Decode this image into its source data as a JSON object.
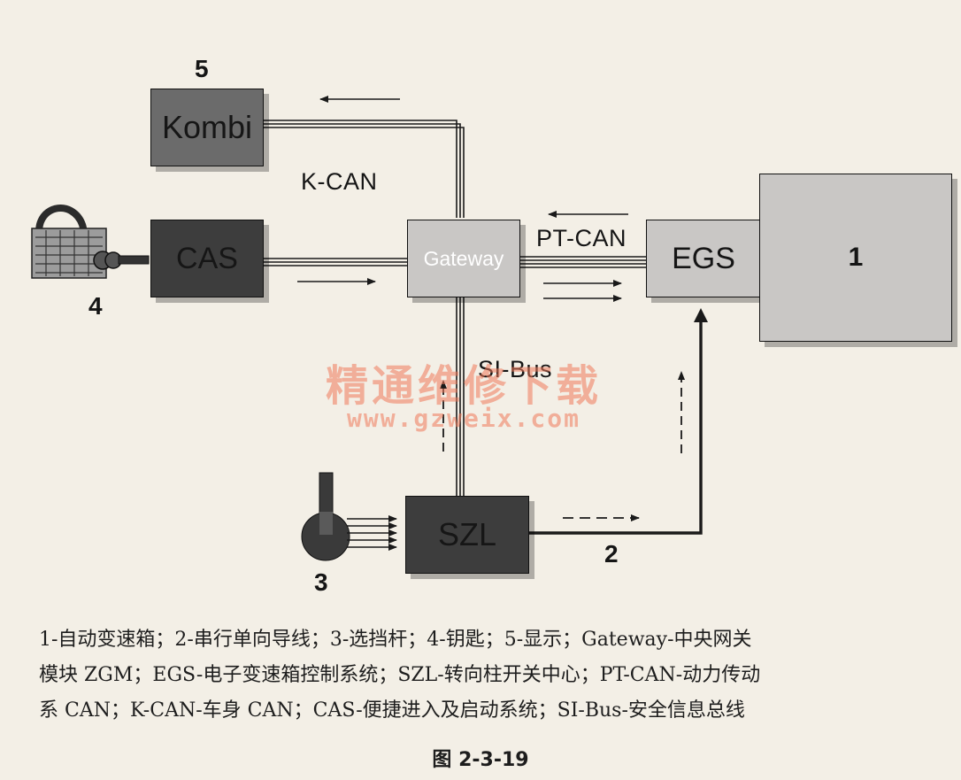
{
  "diagram": {
    "nodes": {
      "kombi": "Kombi",
      "cas": "CAS",
      "gateway": "Gateway",
      "egs": "EGS",
      "transmission": "1",
      "szl": "SZL"
    },
    "numbers": {
      "n5": "5",
      "n4": "4",
      "n3": "3",
      "n2": "2"
    },
    "bus_labels": {
      "k_can": "K-CAN",
      "pt_can": "PT-CAN",
      "si_bus": "SI-Bus"
    },
    "watermark": {
      "cn": "精通维修下载",
      "url": "www.gzweix.com"
    }
  },
  "caption": {
    "line1": "1-自动变速箱；2-串行单向导线；3-选挡杆；4-钥匙；5-显示；Gateway-中央网关",
    "line2": "模块 ZGM；EGS-电子变速箱控制系统；SZL-转向柱开关中心；PT-CAN-动力传动",
    "line3": "系 CAN；K-CAN-车身 CAN；CAS-便捷进入及启动系统；SI-Bus-安全信息总线",
    "figure": "图 2-3-19"
  },
  "colors": {
    "background": "#f3efe6",
    "box_light": "#c9c7c5",
    "box_dark": "#3d3d3d",
    "box_mid": "#6b6b6b",
    "line": "#1a1a1a",
    "watermark": "#ee785a"
  }
}
